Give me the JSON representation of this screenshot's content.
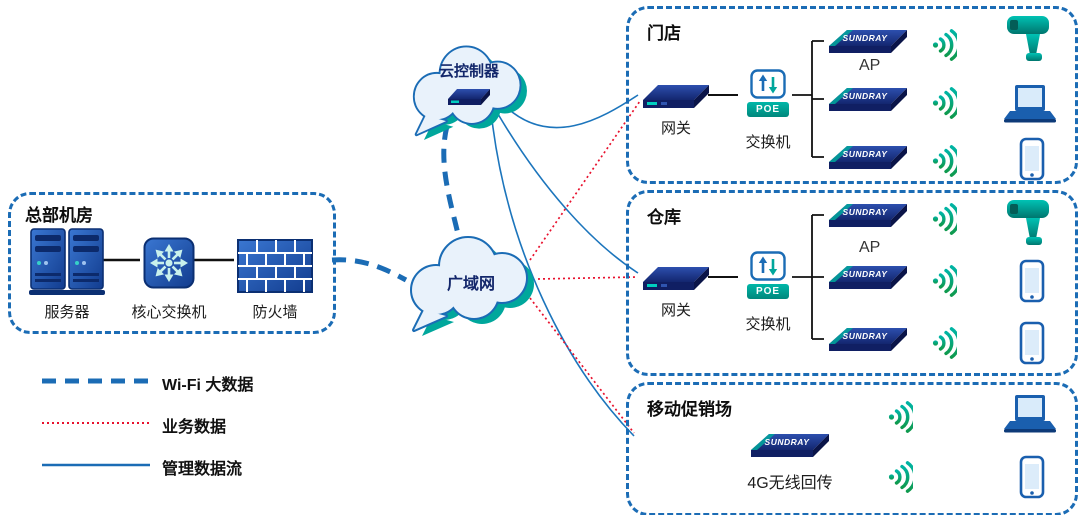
{
  "brand": "SUNDRAY",
  "hq": {
    "title": "总部机房",
    "server": "服务器",
    "core_switch": "核心交换机",
    "firewall": "防火墙"
  },
  "clouds": {
    "controller": "云控制器",
    "wan": "广域网"
  },
  "store": {
    "title": "门店",
    "gateway": "网关",
    "poe": "POE",
    "switch": "交换机",
    "ap": "AP"
  },
  "warehouse": {
    "title": "仓库",
    "gateway": "网关",
    "poe": "POE",
    "switch": "交换机",
    "ap": "AP"
  },
  "mobile": {
    "title": "移动促销场",
    "backhaul": "4G无线回传"
  },
  "legend": {
    "wifi": "Wi-Fi 大数据",
    "business": "业务数据",
    "management": "管理数据流"
  },
  "colors": {
    "line_blue": "#1b6cb5",
    "business_red": "#e8112d",
    "teal": "#00a79c",
    "device_navy": "#101f63"
  }
}
